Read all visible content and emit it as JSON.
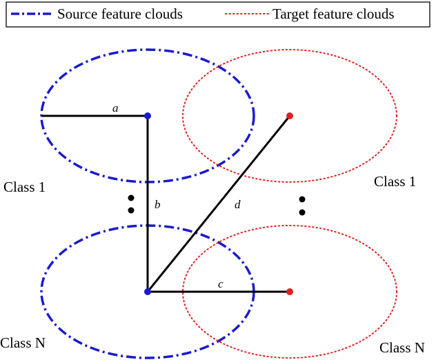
{
  "legend": {
    "source_label": "Source feature clouds",
    "target_label": "Target feature clouds"
  },
  "labels": {
    "source_class_1": "Class 1",
    "source_class_n": "Class N",
    "target_class_1": "Class 1",
    "target_class_n": "Class N"
  },
  "edges": {
    "a": "a",
    "b": "b",
    "c": "c",
    "d": "d"
  },
  "colors": {
    "source": "#1a1acc",
    "target": "#e02020",
    "line": "#000000"
  }
}
